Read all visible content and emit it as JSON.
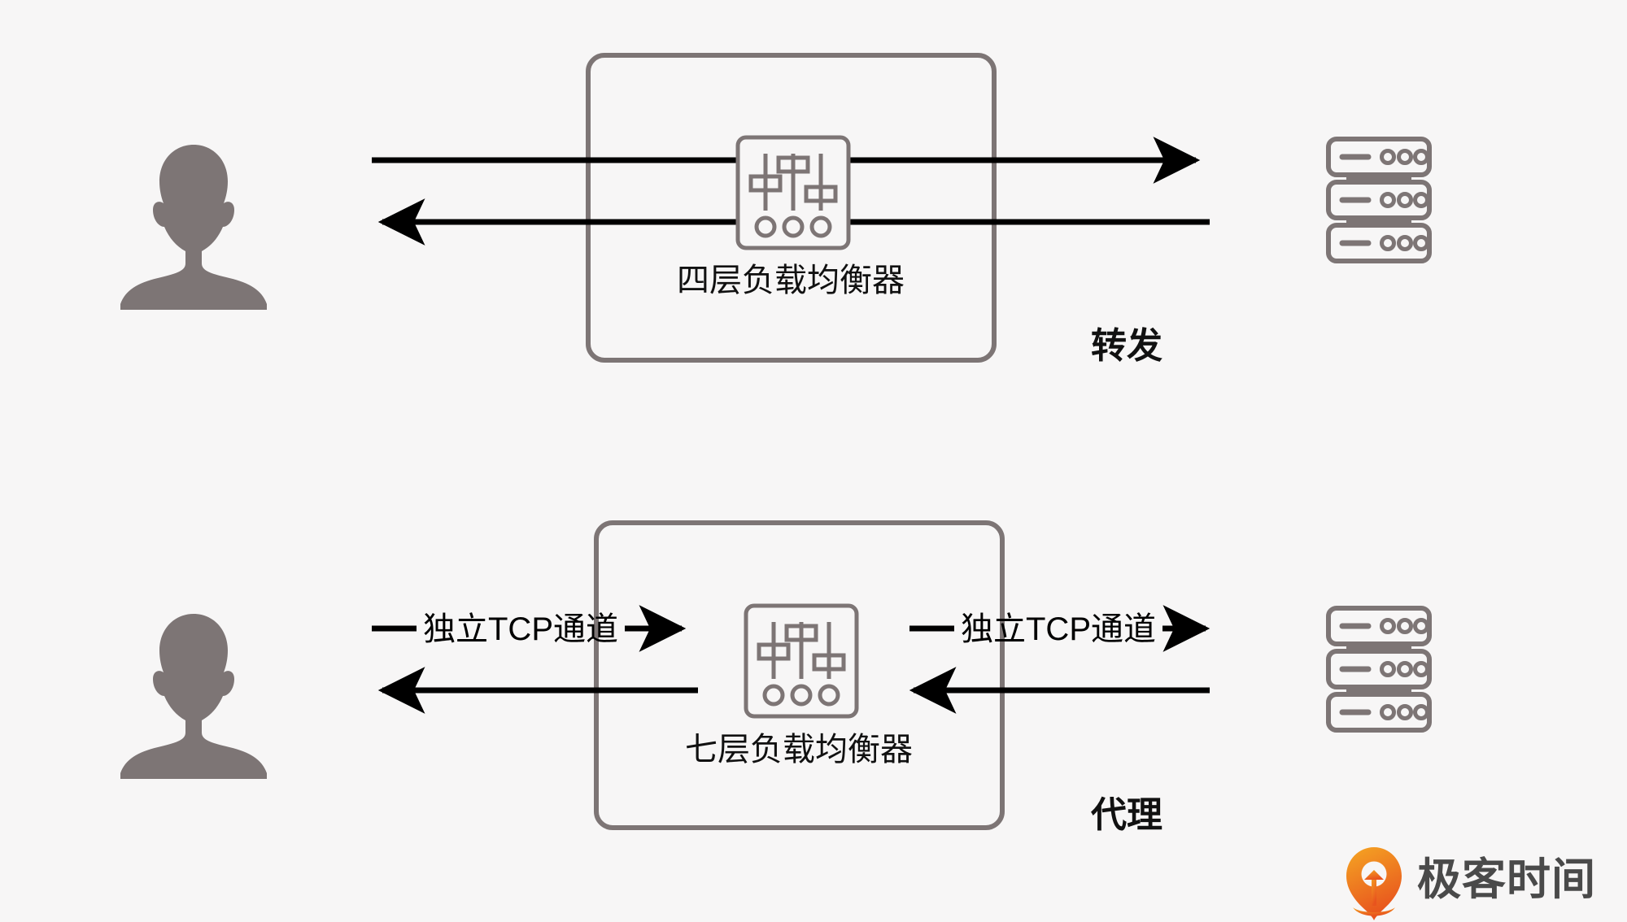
{
  "page": {
    "background_color": "#f7f6f6",
    "line_color": "#000000",
    "shape_color": "#7d7575",
    "text_color": "#111111"
  },
  "sections": [
    {
      "id": "layer4",
      "box_caption": "四层负载均衡器",
      "mode_label": "转发",
      "client_icon": "user-avatar-icon",
      "balancer_icon": "equalizer-sliders-icon",
      "server_icon": "server-rack-icon",
      "flows": [
        {
          "id": "l4-request",
          "direction": "right",
          "label": "",
          "passes_through": true
        },
        {
          "id": "l4-response",
          "direction": "left",
          "label": "",
          "passes_through": true
        }
      ]
    },
    {
      "id": "layer7",
      "box_caption": "七层负载均衡器",
      "mode_label": "代理",
      "client_icon": "user-avatar-icon",
      "balancer_icon": "equalizer-sliders-icon",
      "server_icon": "server-rack-icon",
      "flows": [
        {
          "id": "l7-client-request",
          "direction": "right",
          "label": "独立TCP通道",
          "passes_through": false
        },
        {
          "id": "l7-client-response",
          "direction": "left",
          "label": "",
          "passes_through": false
        },
        {
          "id": "l7-server-request",
          "direction": "right",
          "label": "独立TCP通道",
          "passes_through": false
        },
        {
          "id": "l7-server-response",
          "direction": "left",
          "label": "",
          "passes_through": false
        }
      ]
    }
  ],
  "brand": {
    "name": "极客时间",
    "logo_icon": "geektime-pin-logo-icon",
    "logo_color_start": "#f5a623",
    "logo_color_end": "#e8541e",
    "text_color": "#4a4a4a"
  }
}
